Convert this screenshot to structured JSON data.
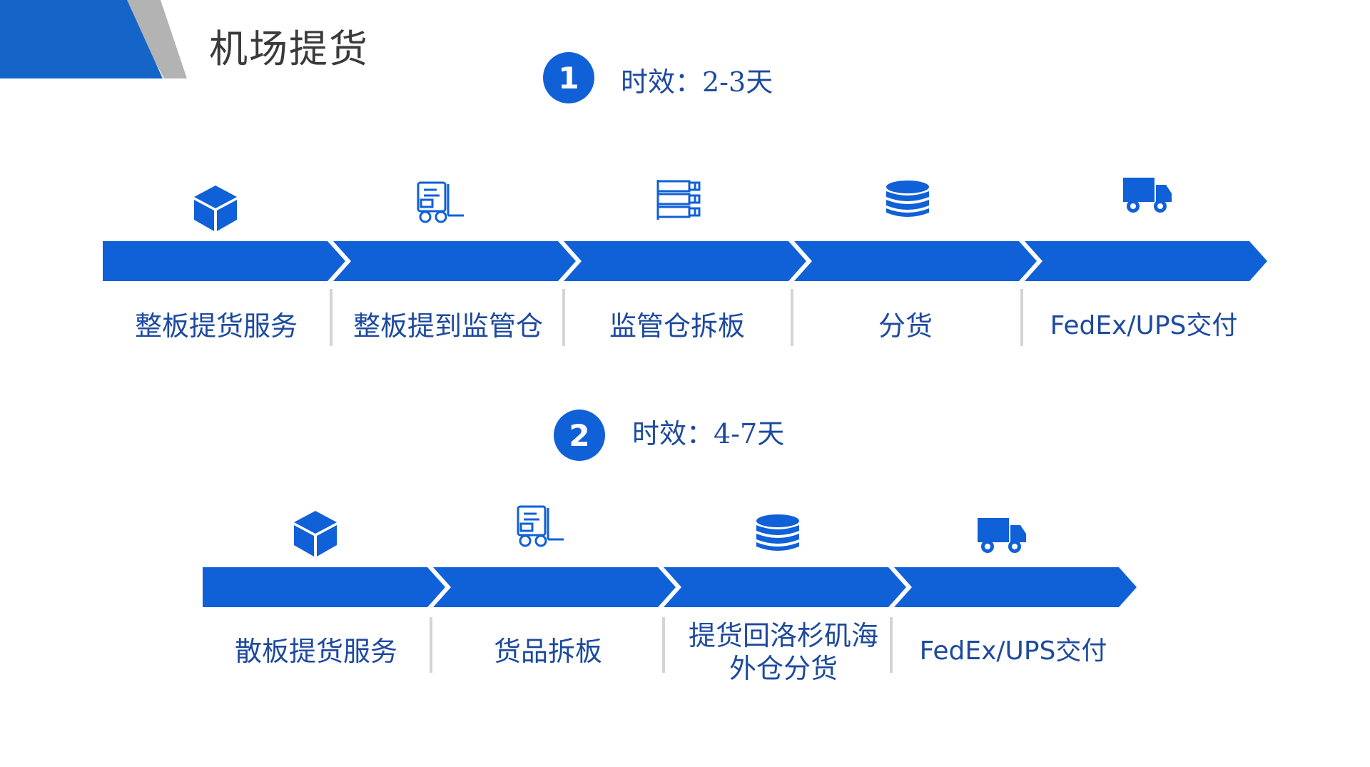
{
  "header": {
    "title": "机场提货"
  },
  "accent_color": "#1060d8",
  "text_color": "#1d4a9e",
  "process1": {
    "badge": "1",
    "timing": "时效：2-3天",
    "steps": [
      {
        "label": "整板提货服务",
        "icon": "box-icon"
      },
      {
        "label": "整板提到监管仓",
        "icon": "forklift-icon"
      },
      {
        "label": "监管仓拆板",
        "icon": "shelf-icon"
      },
      {
        "label": "分货",
        "icon": "database-stack-icon"
      },
      {
        "label": "FedEx/UPS交付",
        "icon": "truck-icon"
      }
    ]
  },
  "process2": {
    "badge": "2",
    "timing": "时效：4-7天",
    "steps": [
      {
        "label": "散板提货服务",
        "icon": "box-icon"
      },
      {
        "label": "货品拆板",
        "icon": "forklift-icon"
      },
      {
        "label": "提货回洛杉矶海外仓分货",
        "icon": "database-stack-icon"
      },
      {
        "label": "FedEx/UPS交付",
        "icon": "truck-icon"
      }
    ]
  }
}
